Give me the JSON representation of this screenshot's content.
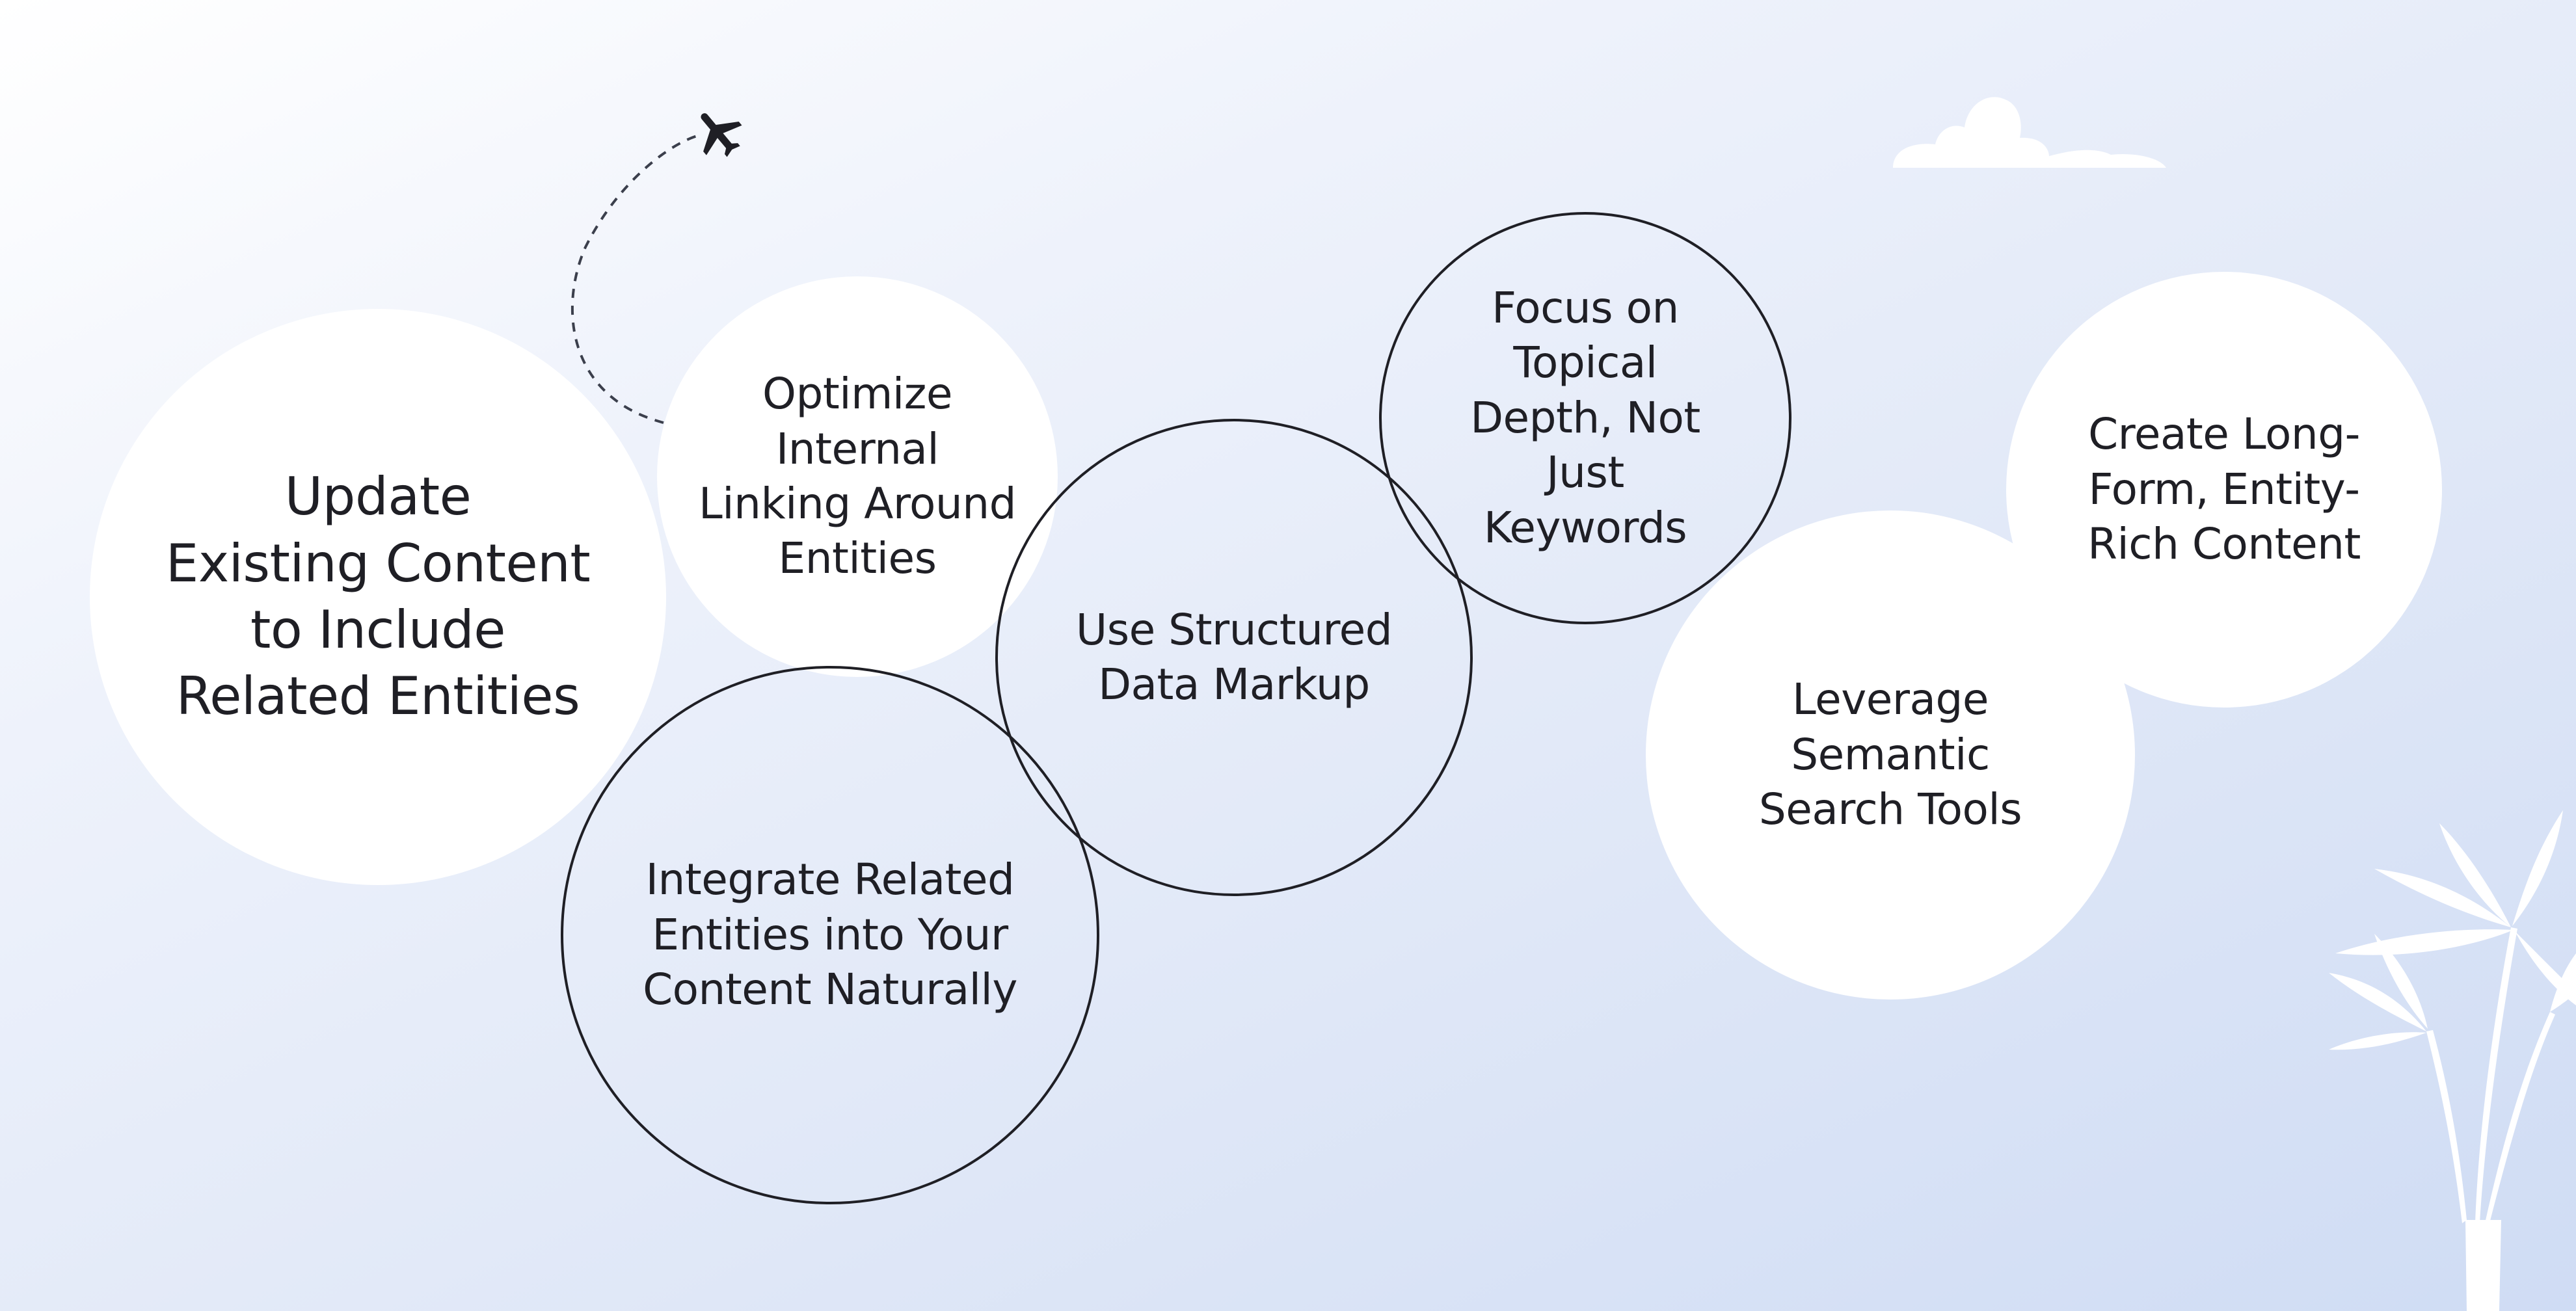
{
  "nodes": [
    {
      "id": "update-existing-content",
      "label": "Update\nExisting Content\nto Include\nRelated Entities",
      "style": "filled"
    },
    {
      "id": "optimize-internal-linking",
      "label": "Optimize\nInternal\nLinking Around\nEntities",
      "style": "filled"
    },
    {
      "id": "integrate-related-entities",
      "label": "Integrate Related\nEntities into Your\nContent Naturally",
      "style": "outline"
    },
    {
      "id": "use-structured-data",
      "label": "Use Structured\nData Markup",
      "style": "outline"
    },
    {
      "id": "focus-topical-depth",
      "label": "Focus on\nTopical\nDepth, Not\nJust\nKeywords",
      "style": "outline"
    },
    {
      "id": "leverage-semantic-search",
      "label": "Leverage\nSemantic\nSearch Tools",
      "style": "filled"
    },
    {
      "id": "create-long-form",
      "label": "Create Long-\nForm, Entity-\nRich Content",
      "style": "filled"
    }
  ],
  "decorations": [
    "airplane-icon",
    "cloud-icon",
    "plant-icon"
  ],
  "colors": {
    "ink": "#1f1f25",
    "circle_fill": "#ffffff",
    "background_start": "#ffffff",
    "background_end": "#cfdcf4"
  }
}
